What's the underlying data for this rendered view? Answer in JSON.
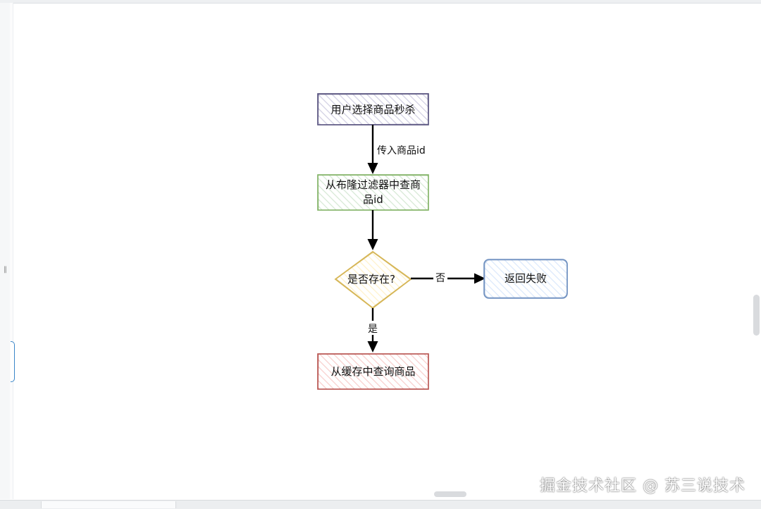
{
  "nodes": {
    "start": "用户选择商品秒杀",
    "bloom_line1": "从布隆过滤器中查商",
    "bloom_line2": "品id",
    "decision": "是否存在?",
    "fail": "返回失败",
    "cache": "从缓存中查询商品"
  },
  "edges": {
    "pass_id": "传入商品id",
    "no": "否",
    "yes": "是"
  },
  "colors": {
    "start_stroke": "#56517e",
    "start_fill": "#d0cee2",
    "bloom_stroke": "#82b366",
    "bloom_fill": "#d5e8d4",
    "decision_stroke": "#d6b656",
    "decision_fill": "#fff2cc",
    "fail_stroke": "#6c8ebf",
    "fail_fill": "#dae8fc",
    "cache_stroke": "#b85450",
    "cache_fill": "#f8cecc"
  },
  "watermark": "掘金技术社区 @ 苏三说技术",
  "ui": {
    "collapse_glyph": "‖"
  }
}
